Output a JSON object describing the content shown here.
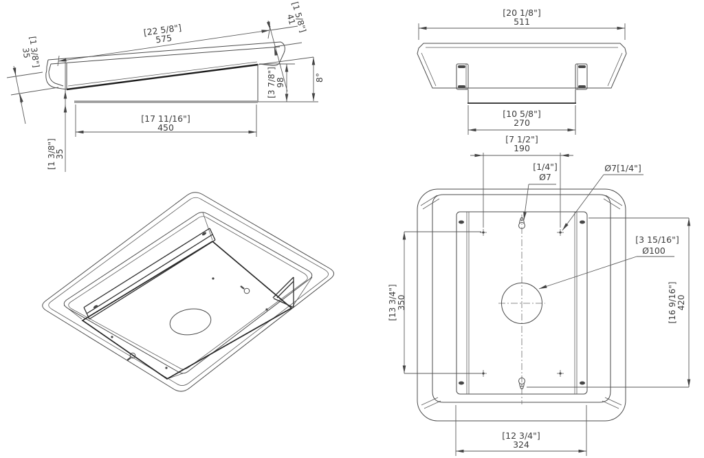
{
  "colors": {
    "background": "#ffffff",
    "line": "#4a4a4a",
    "bold_line": "#1c1c1c",
    "base_line": "#9a9a9a",
    "text": "#3b3b3b"
  },
  "side_view": {
    "top_length_in": "[22 5/8\"]",
    "top_length_mm": "575",
    "rim_thickness_in": "[1 5/8\"]",
    "rim_thickness_mm": "41",
    "front_lip_in": "[1 3/8\"]",
    "front_lip_mm": "35",
    "back_height_in": "[3 7/8\"]",
    "back_height_mm": "98",
    "slope_angle": "8°",
    "base_length_in": "[17 11/16\"]",
    "base_length_mm": "450",
    "base_drop_in": "[1 3/8\"]",
    "base_drop_mm": "35"
  },
  "front_view": {
    "overall_width_in": "[20 1/8\"]",
    "overall_width_mm": "511",
    "bracket_span_in": "[10 5/8\"]",
    "bracket_span_mm": "270"
  },
  "bottom_view": {
    "hole_spacing_in": "[7 1/2\"]",
    "hole_spacing_mm": "190",
    "keyhole_dia_in": "[1/4\"]",
    "keyhole_dia_mm": "Ø7",
    "hole_dia_label": "Ø7[1/4\"]",
    "center_hole_in": "[3 15/16\"]",
    "center_hole_mm": "Ø100",
    "slot_spacing_in": "[13 3/4\"]",
    "slot_spacing_mm": "350",
    "plate_height_in": "[16 9/16\"]",
    "plate_height_mm": "420",
    "plate_width_in": "[12 3/4\"]",
    "plate_width_mm": "324"
  }
}
